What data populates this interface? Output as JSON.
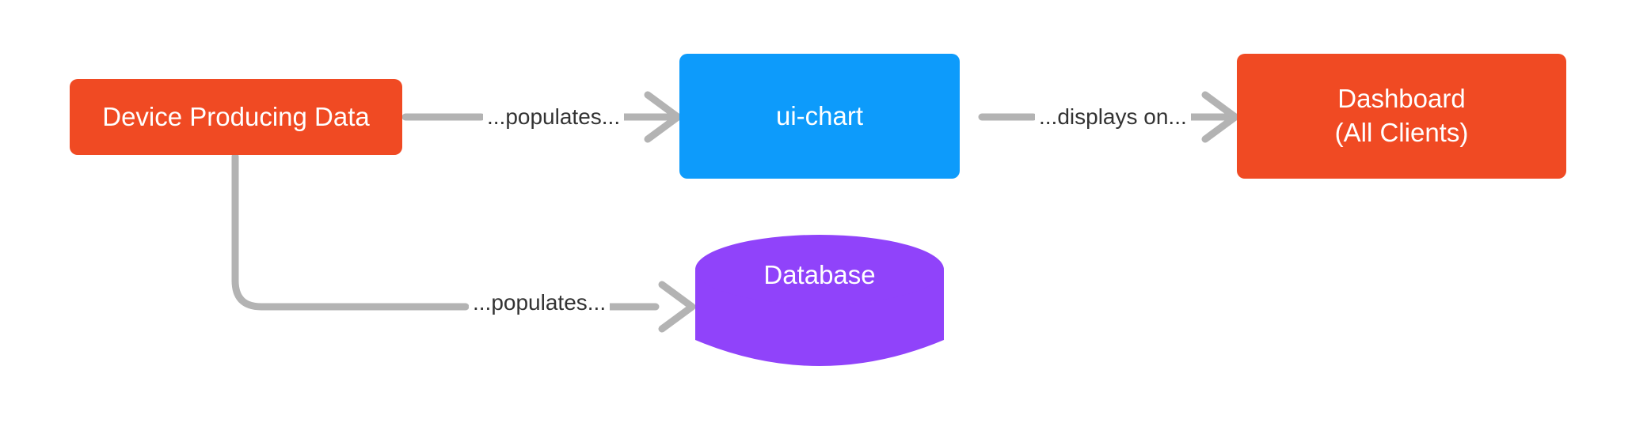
{
  "diagram": {
    "type": "flow-diagram",
    "background_color": "#ffffff",
    "edge_color": "#b3b3b3",
    "edge_label_color": "#333333",
    "nodes": [
      {
        "id": "device",
        "label": "Device Producing Data",
        "shape": "rounded-rectangle",
        "color": "#F04A23",
        "text_color": "#ffffff"
      },
      {
        "id": "uichart",
        "label": "ui-chart",
        "shape": "rounded-rectangle",
        "color": "#0D9BFB",
        "text_color": "#ffffff"
      },
      {
        "id": "dashboard",
        "label": "Dashboard\n(All Clients)",
        "shape": "rounded-rectangle",
        "color": "#F04A23",
        "text_color": "#ffffff"
      },
      {
        "id": "database",
        "label": "Database",
        "shape": "cylinder",
        "color": "#9043FA",
        "text_color": "#ffffff"
      }
    ],
    "edges": [
      {
        "id": "device-to-uichart",
        "from": "device",
        "to": "uichart",
        "label": "...populates...",
        "style": "straight-arrow"
      },
      {
        "id": "uichart-to-dashboard",
        "from": "uichart",
        "to": "dashboard",
        "label": "...displays on...",
        "style": "straight-arrow"
      },
      {
        "id": "device-to-database",
        "from": "device",
        "to": "database",
        "label": "...populates...",
        "style": "elbow-arrow"
      }
    ]
  }
}
